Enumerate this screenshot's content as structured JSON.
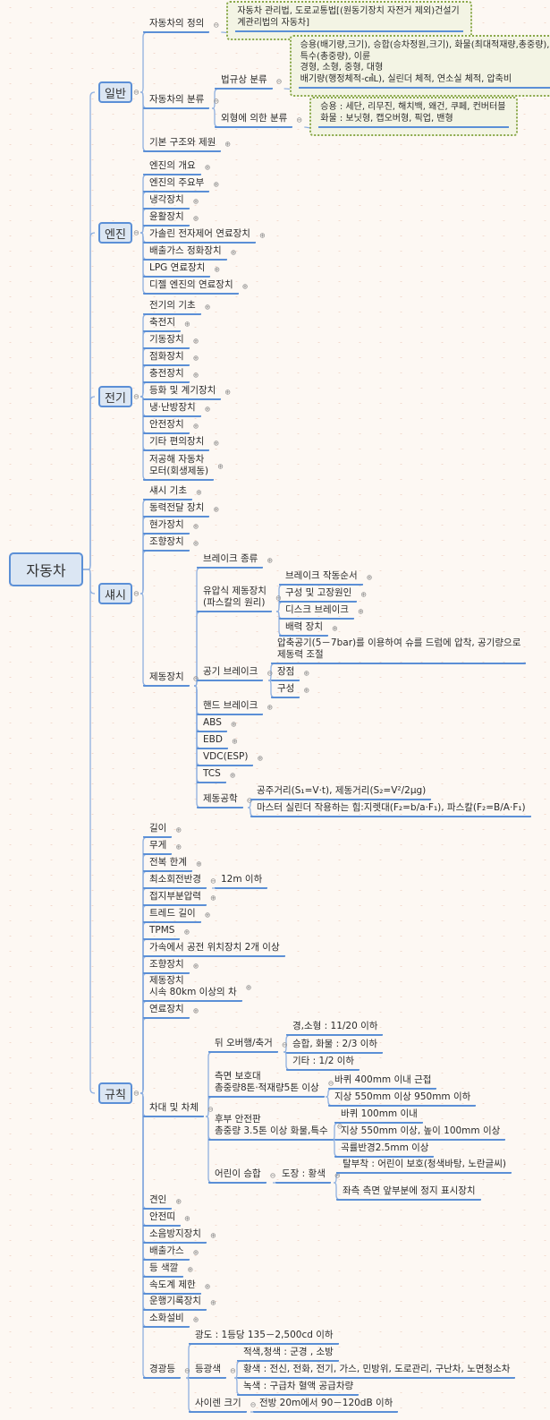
{
  "root": "자동차",
  "colors": {
    "line": "#5b8fd6",
    "node_fill": "#dbe6f3",
    "note_fill": "#f3f4e4",
    "note_border": "#8aa84a"
  },
  "branches": [
    {
      "label": "일반",
      "children": [
        {
          "label": "자동차의 정의",
          "note": "자동차 관리법, 도로교통법[(원동기장치 자전거 제외)건설기\n계관리법의 자동차]"
        },
        {
          "label": "자동차의 분류",
          "children": [
            {
              "label": "법규상 분류",
              "note": "승용(배기량,크기), 승합(승차정원,크기), 화물(최대적재량,총중량),\n특수(총중량), 이륜\n경형, 소형, 중형, 대형\n배기량(행정체적-㎤L), 실린더 체적, 연소실 체적, 압축비"
            },
            {
              "label": "외형에 의한 분류",
              "note": "승용 : 세단, 리무진, 해치백, 왜건, 쿠페, 컨버터블\n화물 : 보닛형, 캡오버형, 픽업, 밴형"
            }
          ]
        },
        {
          "label": "기본 구조와 제원",
          "collapsed": true
        }
      ]
    },
    {
      "label": "엔진",
      "children": [
        {
          "label": "엔진의 개요",
          "collapsed": true
        },
        {
          "label": "엔진의 주요부",
          "collapsed": true
        },
        {
          "label": "냉각장치",
          "collapsed": true
        },
        {
          "label": "윤활장치",
          "collapsed": true
        },
        {
          "label": "가솔린 전자제어 연료장치",
          "collapsed": true
        },
        {
          "label": "배출가스 정화장치",
          "collapsed": true
        },
        {
          "label": "LPG 연료장치",
          "collapsed": true
        },
        {
          "label": "디젤 엔진의 연료장치",
          "collapsed": true
        }
      ]
    },
    {
      "label": "전기",
      "children": [
        {
          "label": "전기의 기초",
          "collapsed": true
        },
        {
          "label": "축전지",
          "collapsed": true
        },
        {
          "label": "기동장치",
          "collapsed": true
        },
        {
          "label": "점화장치",
          "collapsed": true
        },
        {
          "label": "충전장치",
          "collapsed": true
        },
        {
          "label": "등화 및 계기장치",
          "collapsed": true
        },
        {
          "label": "냉·난방장치",
          "collapsed": true
        },
        {
          "label": "안전장치",
          "collapsed": true
        },
        {
          "label": "기타 편의장치",
          "collapsed": true
        },
        {
          "label": "저공해 자동차\n모터(회생제동)",
          "collapsed": true
        }
      ]
    },
    {
      "label": "섀시",
      "children": [
        {
          "label": "섀시 기초",
          "collapsed": true
        },
        {
          "label": "동력전달 장치",
          "collapsed": true
        },
        {
          "label": "현가장치",
          "collapsed": true
        },
        {
          "label": "조향장치",
          "collapsed": true
        },
        {
          "label": "제동장치",
          "children": [
            {
              "label": "브레이크 종류",
              "collapsed": true
            },
            {
              "label": "유압식 제동장치\n(파스칼의 원리)",
              "children": [
                {
                  "label": "브레이크 작동순서",
                  "collapsed": true
                },
                {
                  "label": "구성 및 고장원인",
                  "collapsed": true
                },
                {
                  "label": "디스크 브레이크",
                  "collapsed": true
                },
                {
                  "label": "배력 장치",
                  "collapsed": true
                }
              ]
            },
            {
              "label": "공기 브레이크",
              "children": [
                {
                  "label": "압축공기(5－7bar)를 이용하여 슈를 드럼에 압착, 공기량으로\n제동력 조절"
                },
                {
                  "label": "장점",
                  "collapsed": true
                },
                {
                  "label": "구성",
                  "collapsed": true
                }
              ]
            },
            {
              "label": "핸드 브레이크",
              "collapsed": true
            },
            {
              "label": "ABS",
              "collapsed": true
            },
            {
              "label": "EBD",
              "collapsed": true
            },
            {
              "label": "VDC(ESP)",
              "collapsed": true
            },
            {
              "label": "TCS",
              "collapsed": true
            },
            {
              "label": "제동공학",
              "children": [
                {
                  "label": "공주거리(S₁=V·t), 제동거리(S₂=V²/2μg)"
                },
                {
                  "label": "마스터 실린더 작용하는 힘:지렛대(F₂=b/a·F₁), 파스칼(F₂=B/A·F₁)"
                }
              ]
            }
          ]
        }
      ]
    },
    {
      "label": "규칙",
      "children": [
        {
          "label": "길이",
          "collapsed": true
        },
        {
          "label": "무게",
          "collapsed": true
        },
        {
          "label": "전복 한계",
          "collapsed": true
        },
        {
          "label": "최소회전반경",
          "children": [
            {
              "label": "12m 이하"
            }
          ]
        },
        {
          "label": "접지부분압력",
          "collapsed": true
        },
        {
          "label": "트레드 길이",
          "collapsed": true
        },
        {
          "label": "TPMS",
          "collapsed": true
        },
        {
          "label": "가속에서 공전 위치장치 2개 이상"
        },
        {
          "label": "조향장치",
          "collapsed": true
        },
        {
          "label": "제동장치\n시속 80km 이상의 차",
          "collapsed": true
        },
        {
          "label": "연료장치",
          "collapsed": true
        },
        {
          "label": "차대 및 차체",
          "children": [
            {
              "label": "뒤 오버행/축거",
              "children": [
                {
                  "label": "경,소형 : 11/20 이하"
                },
                {
                  "label": "승합, 화물 : 2/3 이하"
                },
                {
                  "label": "기타 : 1/2 이하"
                }
              ]
            },
            {
              "label": "측면 보호대\n총중량8톤·적재량5톤 이상",
              "children": [
                {
                  "label": "바퀴 400mm 이내 근접"
                },
                {
                  "label": "지상 550mm 이상 950mm 이하"
                }
              ]
            },
            {
              "label": "후부 안전판\n총중량 3.5톤 이상 화물,특수",
              "children": [
                {
                  "label": "바퀴 100mm 이내"
                },
                {
                  "label": "지상 550mm 이상, 높이 100mm 이상"
                },
                {
                  "label": "곡률반경2.5mm 이상"
                }
              ]
            },
            {
              "label": "어린이 승합",
              "children": [
                {
                  "label": "도장 : 황색",
                  "children": [
                    {
                      "label": "탈부착 : 어린이 보호(청색바탕, 노란글씨)"
                    },
                    {
                      "label": "좌측 측면 앞부분에 정지 표시장치"
                    }
                  ]
                }
              ]
            }
          ]
        },
        {
          "label": "견인",
          "collapsed": true
        },
        {
          "label": "안전띠",
          "collapsed": true
        },
        {
          "label": "소음방지장치",
          "collapsed": true
        },
        {
          "label": "배출가스",
          "collapsed": true
        },
        {
          "label": "등 색깔",
          "collapsed": true
        },
        {
          "label": "속도계 제한",
          "collapsed": true
        },
        {
          "label": "운행기록장치",
          "collapsed": true
        },
        {
          "label": "소화설비",
          "collapsed": true
        },
        {
          "label": "경광등",
          "children": [
            {
              "label": "광도 : 1등당 135－2,500cd 이하"
            },
            {
              "label": "등광색",
              "children": [
                {
                  "label": "적색,청색 : 군경 , 소방"
                },
                {
                  "label": "황색 : 전신, 전화, 전기, 가스, 민방위, 도로관리, 구난차, 노면청소차"
                },
                {
                  "label": "녹색 : 구급차 혈액 공급차량"
                }
              ]
            },
            {
              "label": "사이렌 크기",
              "children": [
                {
                  "label": "전방 20m에서 90－120dB 이하"
                }
              ]
            }
          ]
        }
      ]
    }
  ]
}
